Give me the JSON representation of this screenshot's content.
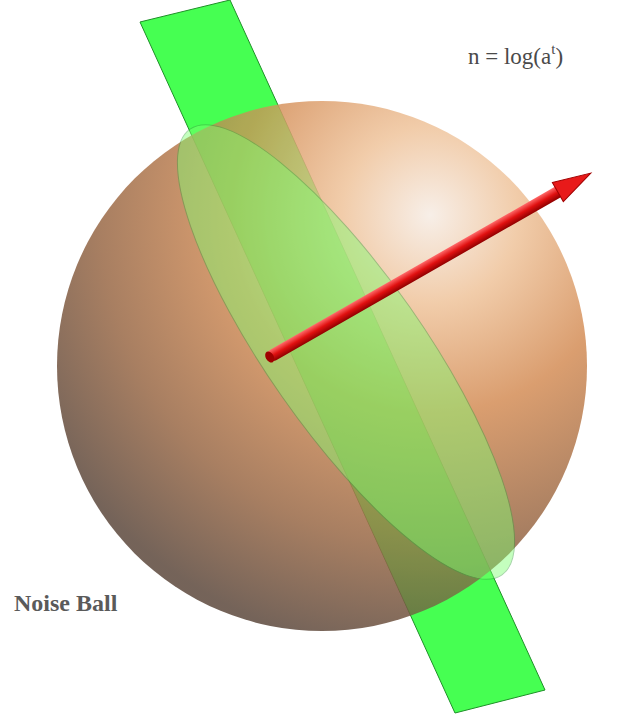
{
  "diagram": {
    "labels": [
      "n = log(a",
      "t",
      ")",
      "Noise Ball"
    ]
  }
}
